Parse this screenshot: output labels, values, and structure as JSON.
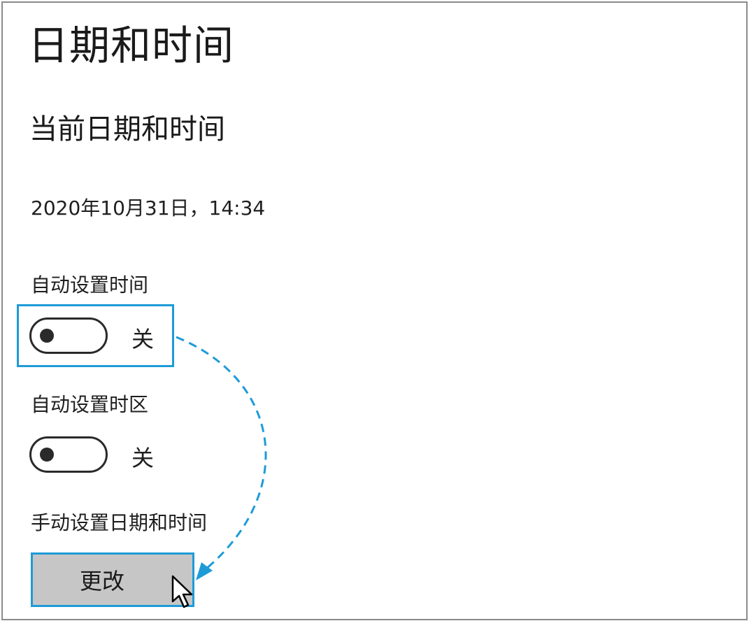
{
  "page": {
    "title": "日期和时间",
    "section_title": "当前日期和时间",
    "current_datetime": "2020年10月31日，14:34"
  },
  "settings": {
    "auto_time": {
      "label": "自动设置时间",
      "state": "关",
      "on": false
    },
    "auto_timezone": {
      "label": "自动设置时区",
      "state": "关",
      "on": false
    },
    "manual": {
      "label": "手动设置日期和时间",
      "button": "更改"
    }
  },
  "colors": {
    "highlight": "#1e9bd7",
    "button_bg": "#c6c6c6",
    "text": "#1f1f1f"
  },
  "icons": {
    "pointer": "mouse-pointer-icon",
    "annotation": "dashed-curved-arrow"
  }
}
